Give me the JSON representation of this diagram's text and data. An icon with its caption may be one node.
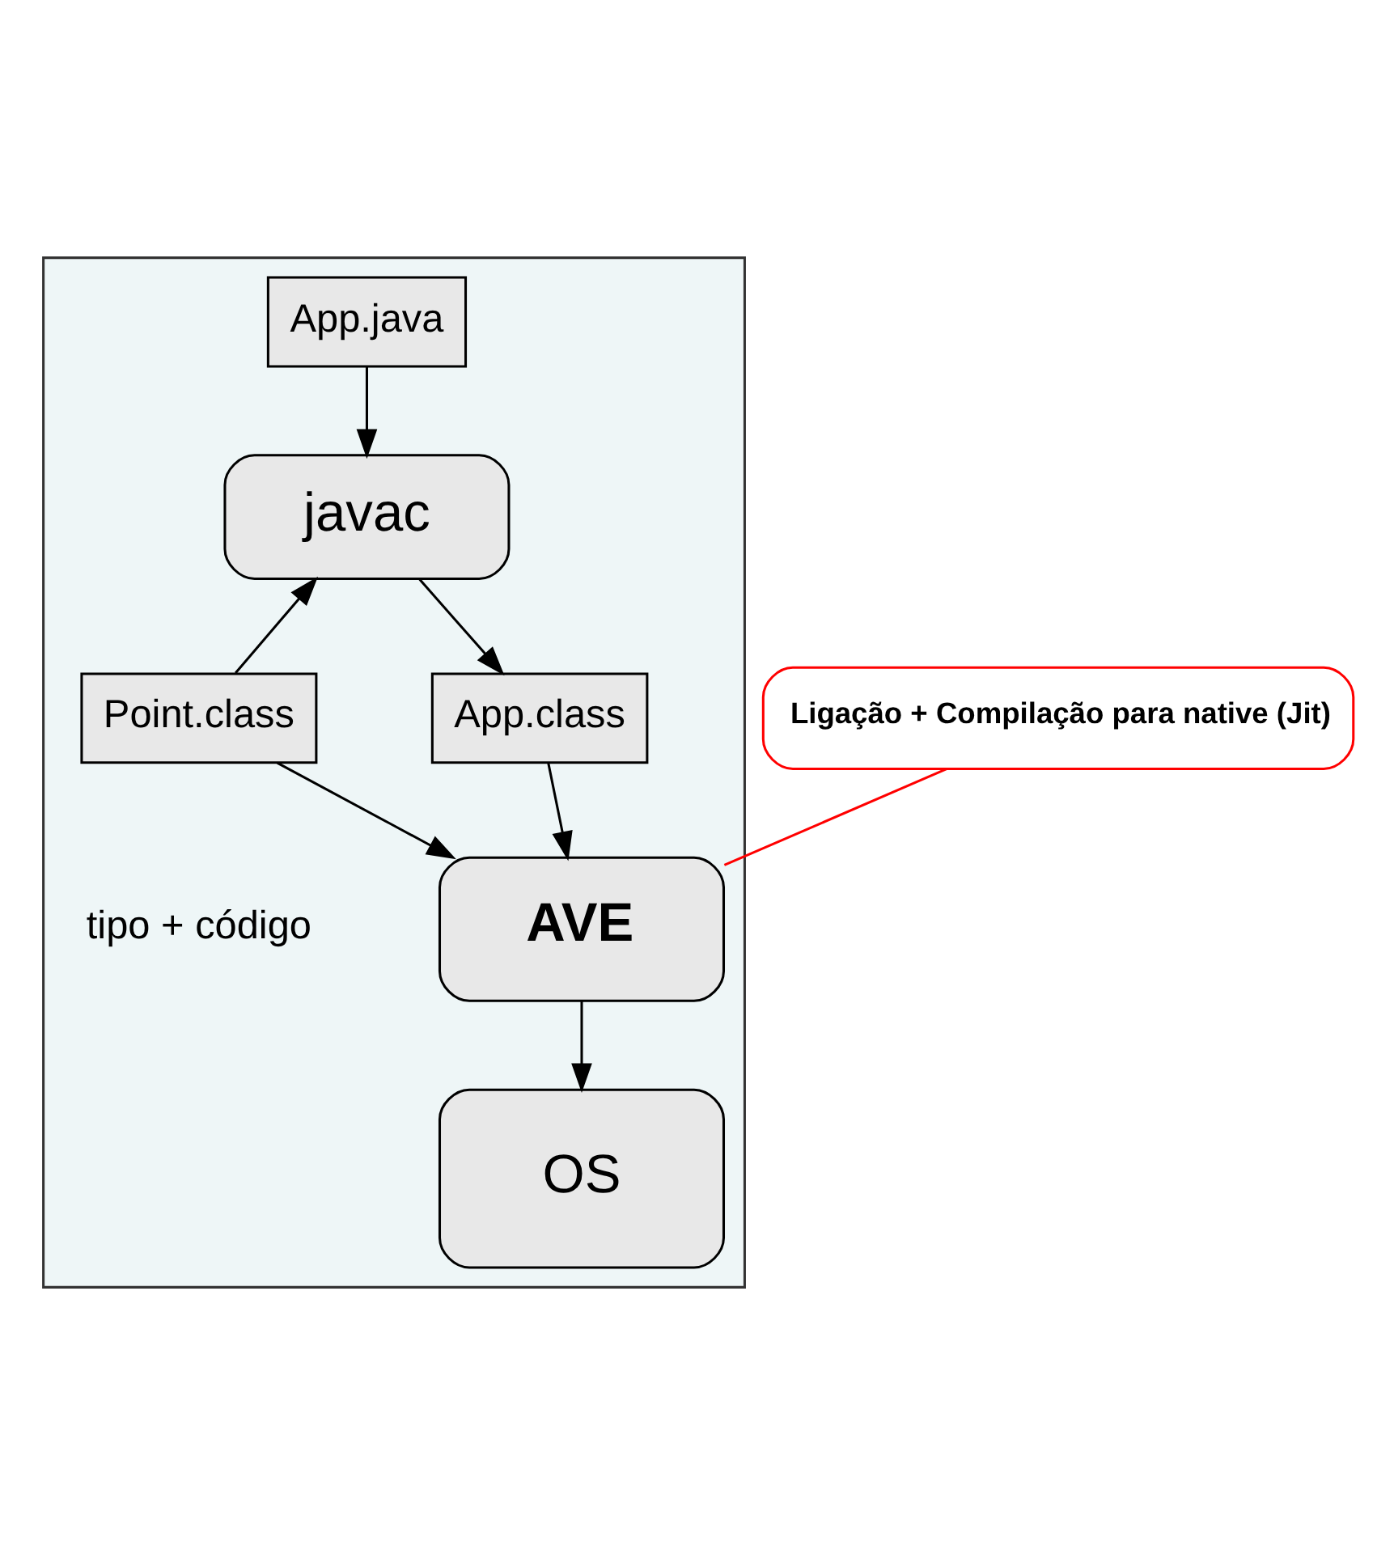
{
  "diagram": {
    "nodes": [
      {
        "text": [],
        "shape": "box"
      },
      {
        "text": [
          "App.java"
        ],
        "in": 0
      },
      {
        "text": [
          "javac"
        ],
        "in": 0
      },
      {
        "text": [
          "Point.class"
        ],
        "in": 0,
        "beside": [
          "tipo + código"
        ]
      },
      {
        "text": [
          "App.class"
        ],
        "in": 0
      },
      {
        "text": [
          "AVE"
        ],
        "in": 0
      },
      {
        "text": [
          "OS"
        ],
        "in": 0
      },
      {
        "text": [
          "Ligação + Compilação para native (Jit)"
        ]
      }
    ],
    "edges": [
      {
        "from": 1,
        "to": 2,
        "arrow": "to"
      },
      {
        "from": 3,
        "to": 2,
        "arrow": "to"
      },
      {
        "from": 2,
        "to": 4,
        "arrow": "to"
      },
      {
        "from": 3,
        "to": 5,
        "arrow": "to"
      },
      {
        "from": 4,
        "to": 5,
        "arrow": "to"
      },
      {
        "from": 5,
        "to": 6,
        "arrow": "to"
      },
      {
        "from": 7,
        "to": 5,
        "arrow": "none",
        "color": "#ff0000"
      }
    ]
  }
}
